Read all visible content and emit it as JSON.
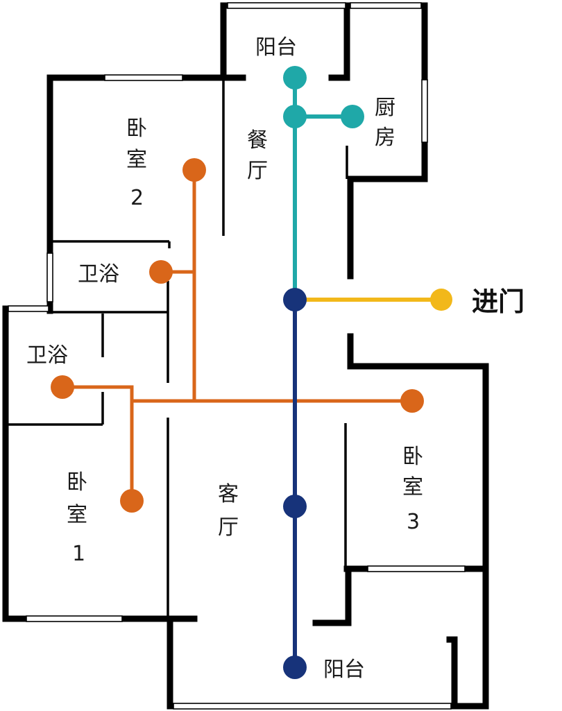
{
  "diagram": {
    "type": "floor-plan-circulation",
    "colors": {
      "wall": "#000000",
      "dining_path": "#1fa8a8",
      "main_path": "#17337a",
      "entry_path": "#f2b81a",
      "private_path": "#d9661a",
      "background": "#ffffff"
    },
    "rooms": {
      "balcony_top": "阳台",
      "kitchen_1": "厨",
      "kitchen_2": "房",
      "dining_1": "餐",
      "dining_2": "厅",
      "bedroom2_1": "卧",
      "bedroom2_2": "室",
      "bedroom2_3": "2",
      "bath_upper": "卫浴",
      "bath_lower": "卫浴",
      "bedroom1_1": "卧",
      "bedroom1_2": "室",
      "bedroom1_3": "1",
      "living_1": "客",
      "living_2": "厅",
      "bedroom3_1": "卧",
      "bedroom3_2": "室",
      "bedroom3_3": "3",
      "balcony_bottom": "阳台",
      "entrance": "进门"
    }
  }
}
